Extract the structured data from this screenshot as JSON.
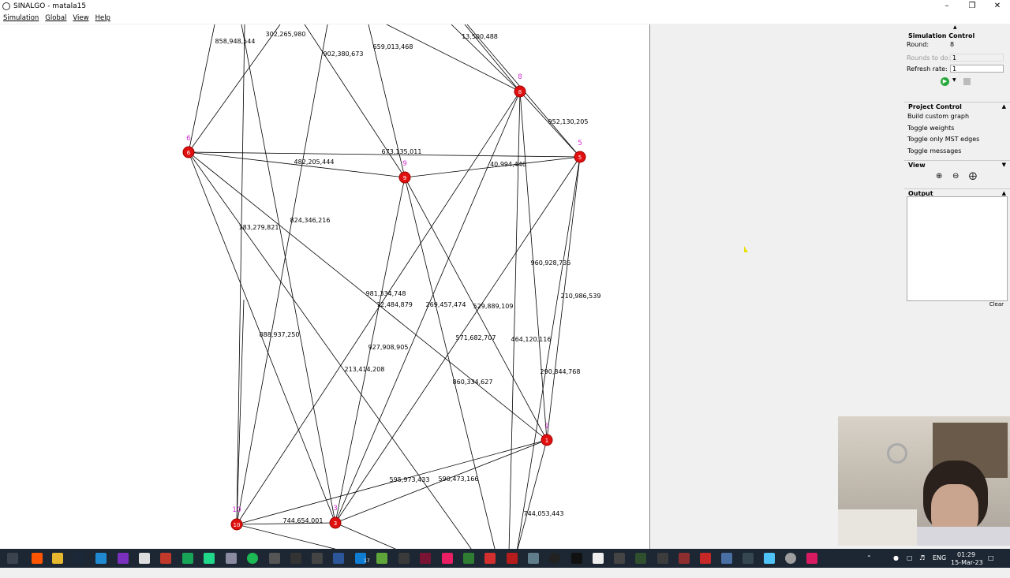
{
  "window": {
    "title": "SINALGO - matala15"
  },
  "menu": [
    {
      "label": "Simulation"
    },
    {
      "label": "Global"
    },
    {
      "label": "View"
    },
    {
      "label": "Help"
    }
  ],
  "graph": {
    "nodes": [
      {
        "id": "1"
      },
      {
        "id": "3"
      },
      {
        "id": "5"
      },
      {
        "id": "6"
      },
      {
        "id": "8"
      },
      {
        "id": "9"
      },
      {
        "id": "10"
      }
    ],
    "edge_weights": [
      "858,948,544",
      "302,265,980",
      "902,380,673",
      "659,013,468",
      "13,500,488",
      "952,130,205",
      "673,135,011",
      "482,205,444",
      "40,994,446",
      "183,279,821",
      "824,346,216",
      "960,928,735",
      "210,986,539",
      "981,334,748",
      "72,484,879",
      "269,457,474",
      "529,889,109",
      "888,937,250",
      "927,908,905",
      "571,682,707",
      "464,120,116",
      "213,414,208",
      "290,844,768",
      "860,334,627",
      "595,973,433",
      "590,473,166",
      "744,654,001",
      "744,053,443"
    ]
  },
  "panel": {
    "simulation_control": {
      "title": "Simulation Control",
      "round_label": "Round:",
      "round_value": "8",
      "rounds_to_do_label": "Rounds to do:",
      "rounds_to_do_value": "1",
      "refresh_rate_label": "Refresh rate:",
      "refresh_rate_value": "1"
    },
    "project_control": {
      "title": "Project Control",
      "items": [
        {
          "label": "Build custom graph"
        },
        {
          "label": "Toggle weights"
        },
        {
          "label": "Toggle only MST edges"
        },
        {
          "label": "Toggle messages"
        }
      ]
    },
    "view": {
      "title": "View"
    },
    "output": {
      "title": "Output",
      "clear_label": "Clear"
    }
  },
  "taskbar": {
    "notif_count": "17",
    "language": "ENG",
    "time": "01:29",
    "date": "15-Mar-23"
  },
  "colors": {
    "node": "#e01010",
    "node_label": "#d030d0",
    "play": "#27a83a"
  }
}
